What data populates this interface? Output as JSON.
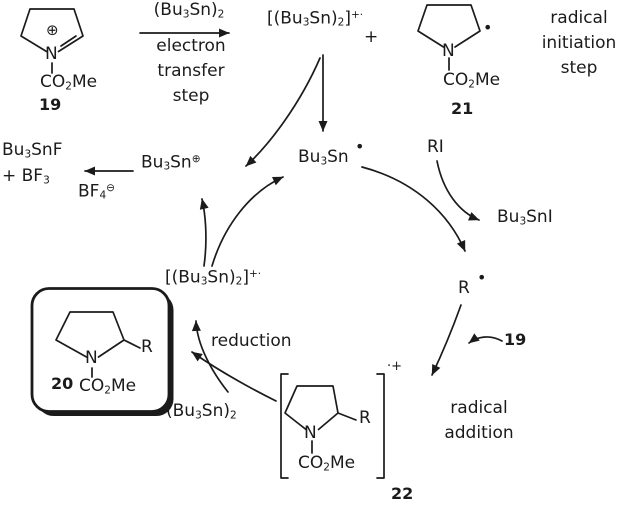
{
  "colors": {
    "ink": "#1b1b1b",
    "background": "#ffffff"
  },
  "initiation": {
    "reagent": "(Bu~3~Sn)~2~",
    "step_label": [
      "electron",
      "transfer",
      "step"
    ],
    "step_name": [
      "radical",
      "initiation",
      "step"
    ],
    "plus": "+",
    "iminium": {
      "label": "19",
      "n": "N",
      "charge": "⊕",
      "substituent": "CO~2~Me"
    },
    "distannane_radical_cation": "[(Bu~3~Sn)~2~]^+·^",
    "aminyl_radical": {
      "label": "21",
      "n": "N",
      "dot": "•",
      "substituent": "CO~2~Me"
    }
  },
  "cycle": {
    "tin_cation": "Bu~3~Sn^⊕^",
    "tin_radical": {
      "formula": "Bu~3~Sn",
      "dot": "•"
    },
    "quench": {
      "product_line1": "Bu~3~SnF",
      "product_line2": "+ BF~3~",
      "counterion": "BF~4~^⊖^"
    },
    "alkyl_iodide": "RI",
    "tin_iodide": "Bu~3~SnI",
    "alkyl_radical": {
      "symbol": "R",
      "dot": "•"
    },
    "iminium_feed_label": "19",
    "addition_step": [
      "radical",
      "addition"
    ],
    "adduct": {
      "label": "22",
      "n": "N",
      "r": "R",
      "substituent": "CO~2~Me",
      "charge": "·+"
    },
    "reduction_label": "reduction",
    "distannane": "(Bu~3~Sn)~2~",
    "distannane_radical_cation": "[(Bu~3~Sn)~2~]^+·^",
    "product": {
      "label": "20",
      "n": "N",
      "r": "R",
      "substituent": "CO~2~Me"
    }
  }
}
